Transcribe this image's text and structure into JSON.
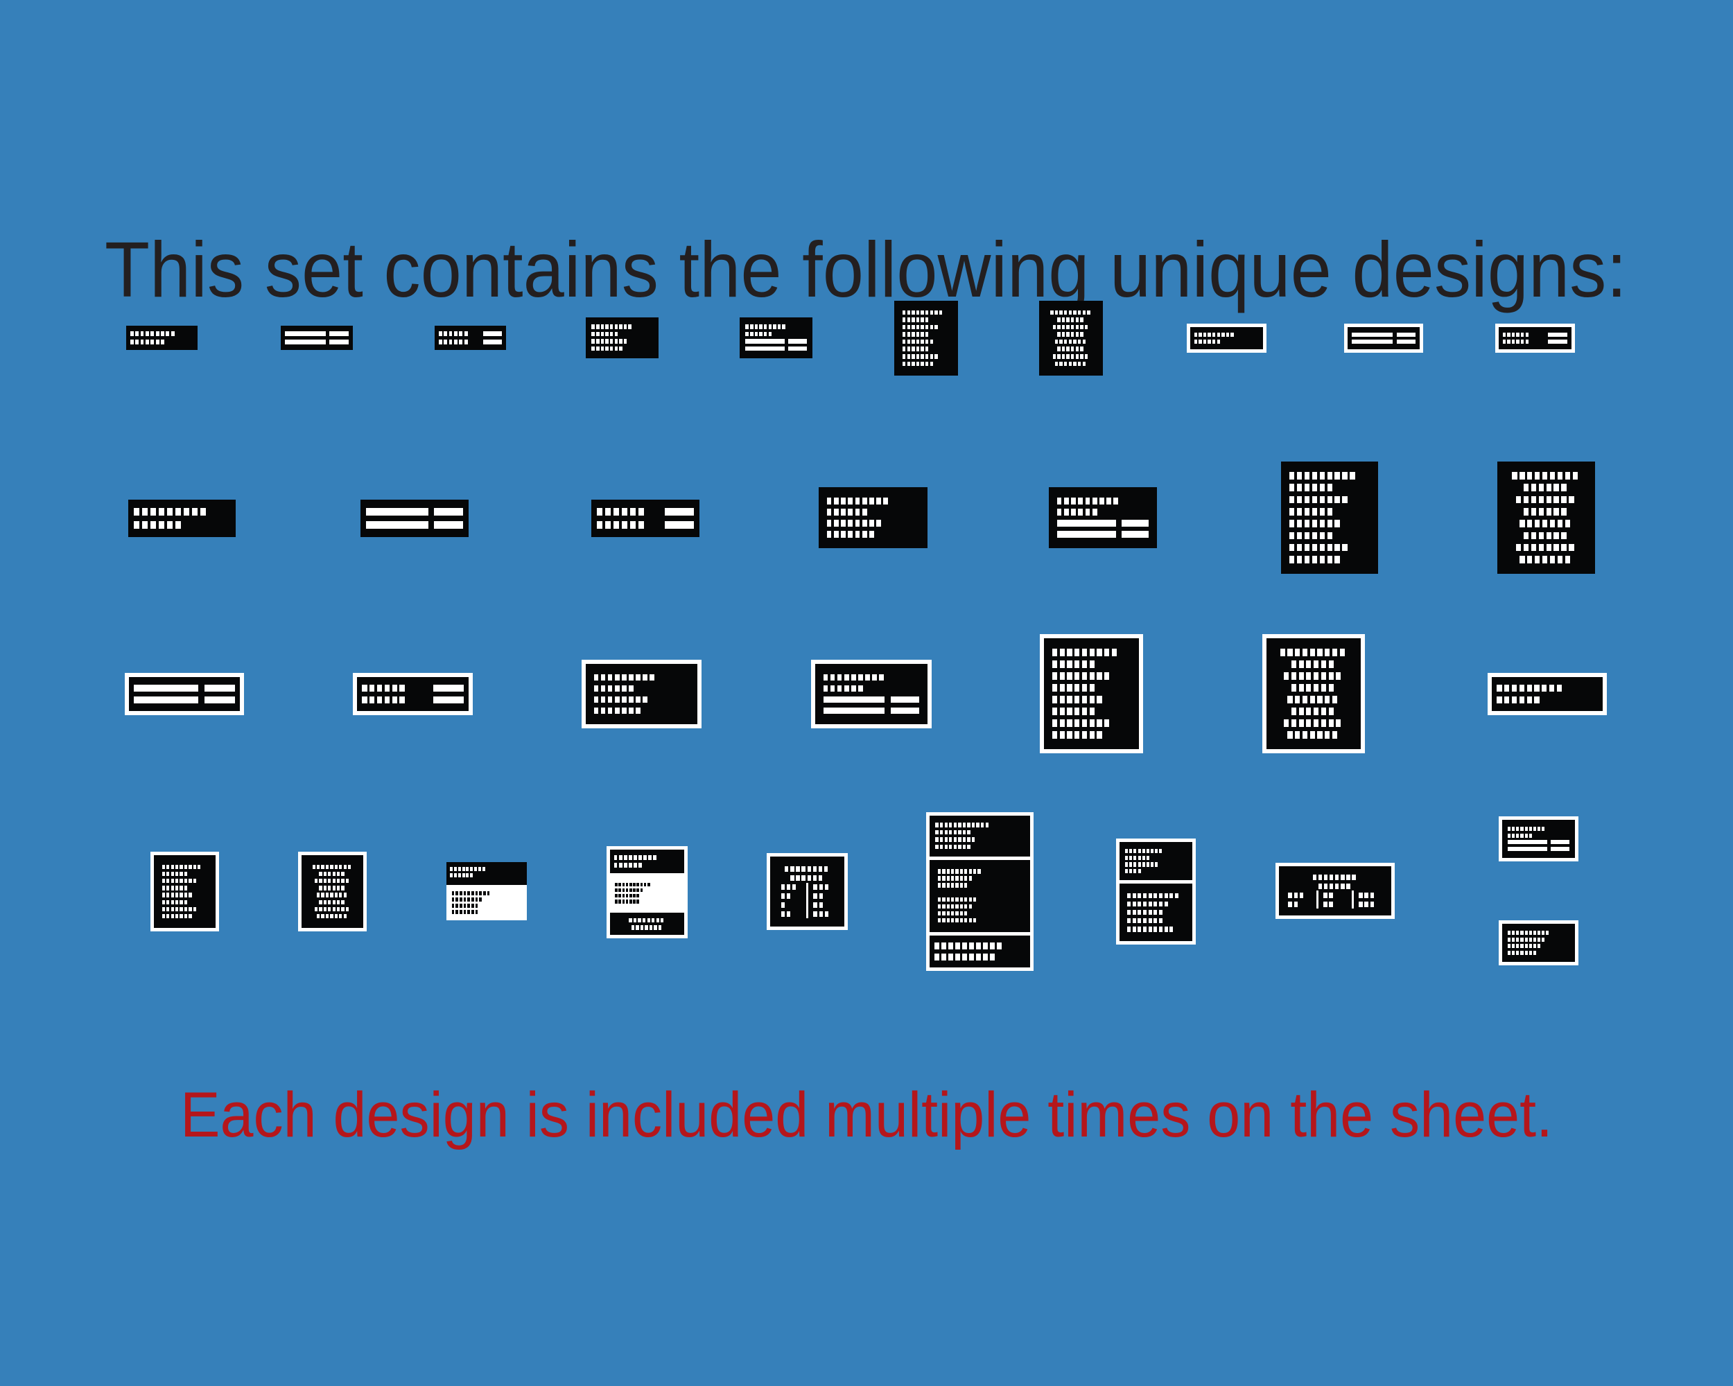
{
  "heading": "This set contains the following unique designs:",
  "footer_note": "Each design is included multiple times on the sheet.",
  "colors": {
    "background": "#3680ba",
    "heading": "#231f20",
    "footer_note": "#b5161b",
    "sticker_dark": "#060708",
    "sticker_light": "#ffffff"
  },
  "design_count": 34
}
